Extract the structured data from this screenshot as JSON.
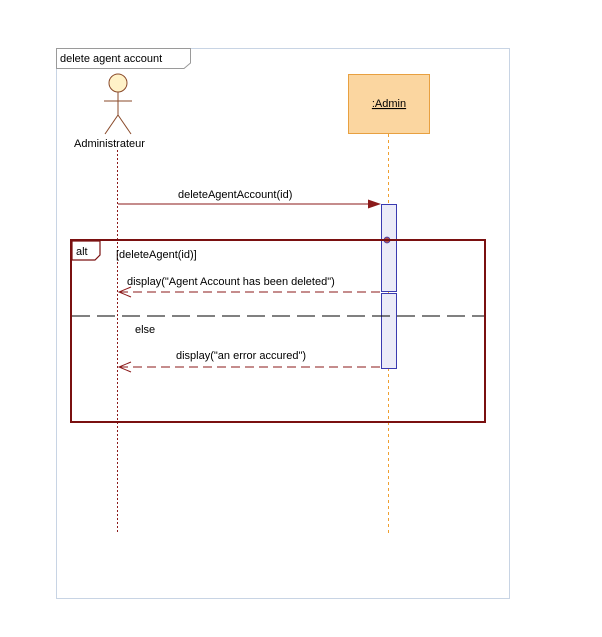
{
  "frame": {
    "title": "delete agent account"
  },
  "actor": {
    "name": "Administrateur"
  },
  "object": {
    "name": ":Admin"
  },
  "messages": {
    "call": "deleteAgentAccount(id)",
    "reply_success": "display(\"Agent Account has been deleted\")",
    "reply_error": "display(\"an error accured\")"
  },
  "fragment": {
    "operator": "alt",
    "guard": "[deleteAgent(id)]",
    "else_label": "else"
  },
  "colors": {
    "frame_border": "#c8d4e4",
    "actor_head_fill": "#fff2c8",
    "actor_stroke": "#8a4a2a",
    "object_fill": "#fbd6a0",
    "object_border": "#e8a040",
    "object_lifeline": "#f0a030",
    "actor_lifeline": "#8b1a1a",
    "message": "#8b1a1a",
    "activation_border": "#3a3ab0",
    "activation_fill": "#ebebf8",
    "fragment_border": "#7a1010"
  }
}
